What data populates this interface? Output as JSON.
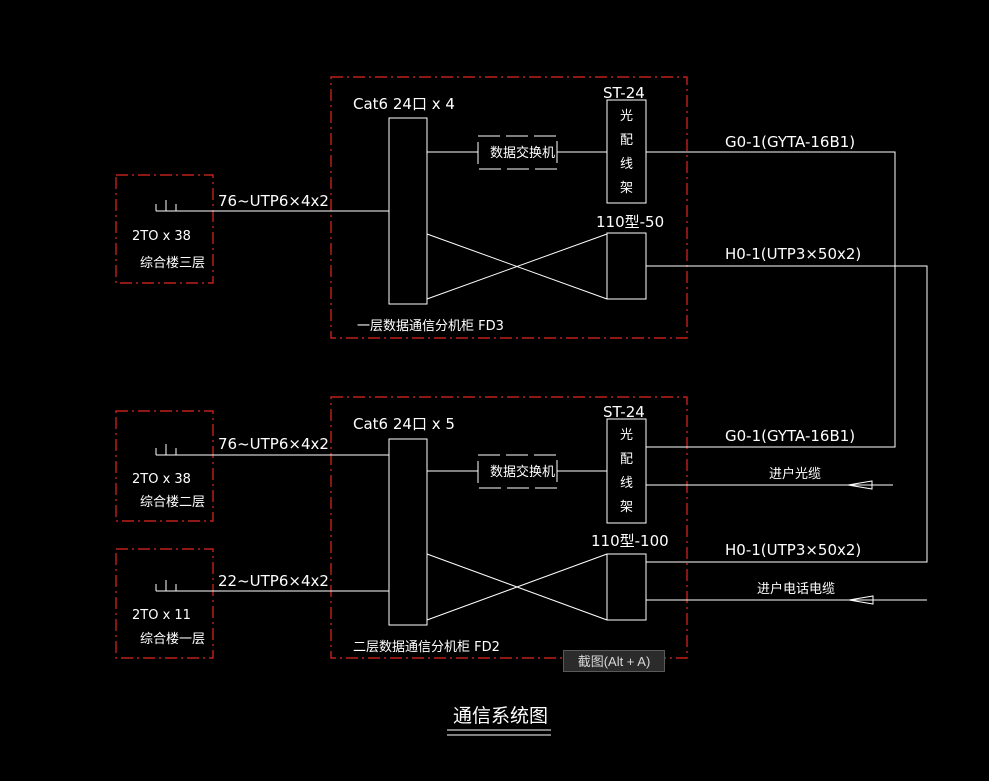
{
  "colors": {
    "background": "#000000",
    "lines": "#ffffff",
    "dashed_boxes": "#e32620"
  },
  "cabinet_top": {
    "patch_panel": "Cat6 24口 x 4",
    "switch": "数据交换机",
    "fiber_frame_type": "ST-24",
    "fiber_frame_chars": [
      "光",
      "配",
      "线",
      "架"
    ],
    "voice_panel": "110型-50",
    "caption": "一层数据通信分机柜 FD3"
  },
  "cabinet_bottom": {
    "patch_panel": "Cat6 24口 x 5",
    "switch": "数据交换机",
    "fiber_frame_type": "ST-24",
    "fiber_frame_chars": [
      "光",
      "配",
      "线",
      "架"
    ],
    "voice_panel": "110型-100",
    "caption": "二层数据通信分机柜 FD2"
  },
  "outlets": [
    {
      "cable": "76~UTP6×4x2",
      "count": "2TO x 38",
      "floor": "综合楼三层"
    },
    {
      "cable": "76~UTP6×4x2",
      "count": "2TO x 38",
      "floor": "综合楼二层"
    },
    {
      "cable": "22~UTP6×4x2",
      "count": "2TO x 11",
      "floor": "综合楼一层"
    }
  ],
  "trunk_labels": {
    "fiber_top": "G0-1(GYTA-16B1)",
    "copper_top": "H0-1(UTP3×50x2)",
    "fiber_bottom": "G0-1(GYTA-16B1)",
    "fiber_incoming": "进户光缆",
    "copper_bottom": "H0-1(UTP3×50x2)",
    "phone_incoming": "进户电话电缆"
  },
  "title": "通信系统图",
  "tooltip": "截图(Alt + A)"
}
